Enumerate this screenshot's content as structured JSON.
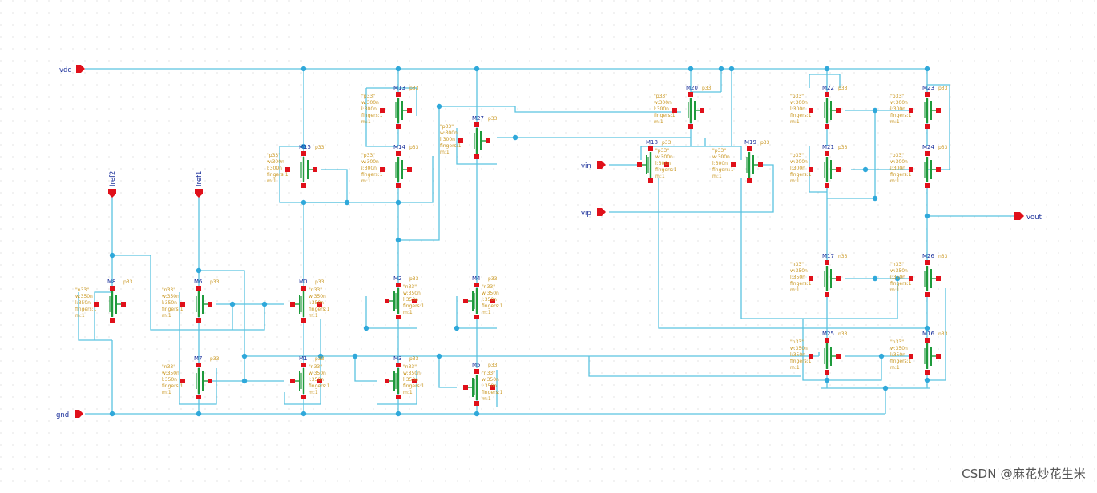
{
  "pins": {
    "vdd": "vdd",
    "gnd": "gnd",
    "iref1": "Iref1",
    "iref2": "Iref2",
    "vin": "vin",
    "vip": "vip",
    "vout": "vout"
  },
  "transistors": [
    {
      "id": "m8",
      "name": "M8",
      "model": "\"n33\"",
      "w": "w:350n",
      "l": "l:350n",
      "f": "fingers:1",
      "m": "m:1",
      "type": "p33"
    },
    {
      "id": "m6",
      "name": "M6",
      "model": "\"n33\"",
      "w": "w:350n",
      "l": "l:350n",
      "f": "fingers:1",
      "m": "m:1",
      "type": "p33"
    },
    {
      "id": "m7",
      "name": "M7",
      "model": "\"n33\"",
      "w": "w:350n",
      "l": "l:350n",
      "f": "fingers:1",
      "m": "m:1",
      "type": "p33"
    },
    {
      "id": "m0",
      "name": "M0",
      "model": "\"n33\"",
      "w": "w:350n",
      "l": "l:350n",
      "f": "fingers:1",
      "m": "m:1",
      "type": "p33"
    },
    {
      "id": "m1",
      "name": "M1",
      "model": "\"n33\"",
      "w": "w:350n",
      "l": "l:350n",
      "f": "fingers:1",
      "m": "m:1",
      "type": "p33"
    },
    {
      "id": "m2",
      "name": "M2",
      "model": "\"n33\"",
      "w": "w:350n",
      "l": "l:350n",
      "f": "fingers:1",
      "m": "m:1",
      "type": "p33"
    },
    {
      "id": "m3",
      "name": "M3",
      "model": "\"n33\"",
      "w": "w:350n",
      "l": "l:350n",
      "f": "fingers:1",
      "m": "m:1",
      "type": "p33"
    },
    {
      "id": "m4",
      "name": "M4",
      "model": "\"n33\"",
      "w": "w:350n",
      "l": "l:350n",
      "f": "fingers:1",
      "m": "m:1",
      "type": "p33"
    },
    {
      "id": "m5",
      "name": "M5",
      "model": "\"n33\"",
      "w": "w:350n",
      "l": "l:350n",
      "f": "fingers:1",
      "m": "m:1",
      "type": "p33"
    },
    {
      "id": "m13",
      "name": "M13",
      "model": "\"p33\"",
      "w": "w:300n",
      "l": "l:300n",
      "f": "fingers:1",
      "m": "m:1",
      "type": "p33"
    },
    {
      "id": "m14",
      "name": "M14",
      "model": "\"p33\"",
      "w": "w:300n",
      "l": "l:300n",
      "f": "fingers:1",
      "m": "m:1",
      "type": "p33"
    },
    {
      "id": "m15",
      "name": "M15",
      "model": "\"p33\"",
      "w": "w:300n",
      "l": "l:300n",
      "f": "fingers:1",
      "m": "m:1",
      "type": "p33"
    },
    {
      "id": "m27",
      "name": "M27",
      "model": "\"p33\"",
      "w": "w:300n",
      "l": "l:300n",
      "f": "fingers:1",
      "m": "m:1",
      "type": "p33"
    },
    {
      "id": "m20",
      "name": "M20",
      "model": "\"p33\"",
      "w": "w:300n",
      "l": "l:300n",
      "f": "fingers:1",
      "m": "m:1",
      "type": "p33"
    },
    {
      "id": "m18",
      "name": "M18",
      "model": "\"p33\"",
      "w": "w:300n",
      "l": "l:300n",
      "f": "fingers:1",
      "m": "m:1",
      "type": "p33"
    },
    {
      "id": "m19",
      "name": "M19",
      "model": "\"p33\"",
      "w": "w:300n",
      "l": "l:300n",
      "f": "fingers:1",
      "m": "m:1",
      "type": "p33"
    },
    {
      "id": "m22",
      "name": "M22",
      "model": "\"p33\"",
      "w": "w:300n",
      "l": "l:300n",
      "f": "fingers:1",
      "m": "m:1",
      "type": "p33"
    },
    {
      "id": "m23",
      "name": "M23",
      "model": "\"p33\"",
      "w": "w:300n",
      "l": "l:300n",
      "f": "fingers:1",
      "m": "m:1",
      "type": "p33"
    },
    {
      "id": "m21",
      "name": "M21",
      "model": "\"p33\"",
      "w": "w:300n",
      "l": "l:300n",
      "f": "fingers:1",
      "m": "m:1",
      "type": "p33"
    },
    {
      "id": "m24",
      "name": "M24",
      "model": "\"p33\"",
      "w": "w:300n",
      "l": "l:300n",
      "f": "fingers:1",
      "m": "m:1",
      "type": "p33"
    },
    {
      "id": "m17",
      "name": "M17",
      "model": "\"n33\"",
      "w": "w:350n",
      "l": "l:350n",
      "f": "fingers:1",
      "m": "m:1",
      "type": "n33"
    },
    {
      "id": "m26",
      "name": "M26",
      "model": "\"n33\"",
      "w": "w:350n",
      "l": "l:350n",
      "f": "fingers:1",
      "m": "m:1",
      "type": "n33"
    },
    {
      "id": "m25",
      "name": "M25",
      "model": "\"n33\"",
      "w": "w:350n",
      "l": "l:350n",
      "f": "fingers:1",
      "m": "m:1",
      "type": "n33"
    },
    {
      "id": "m16",
      "name": "M16",
      "model": "\"n33\"",
      "w": "w:350n",
      "l": "l:350n",
      "f": "fingers:1",
      "m": "m:1",
      "type": "n33"
    }
  ],
  "watermark": "CSDN @麻花炒花生米",
  "colors": {
    "wire": "#5bc3e0",
    "dot": "#2fa8da",
    "pin": "#e0101a",
    "device": "#1e9a3c",
    "device_name": "#1a2f9a",
    "device_param": "#c9961f",
    "grid": "#d7d7d7"
  }
}
